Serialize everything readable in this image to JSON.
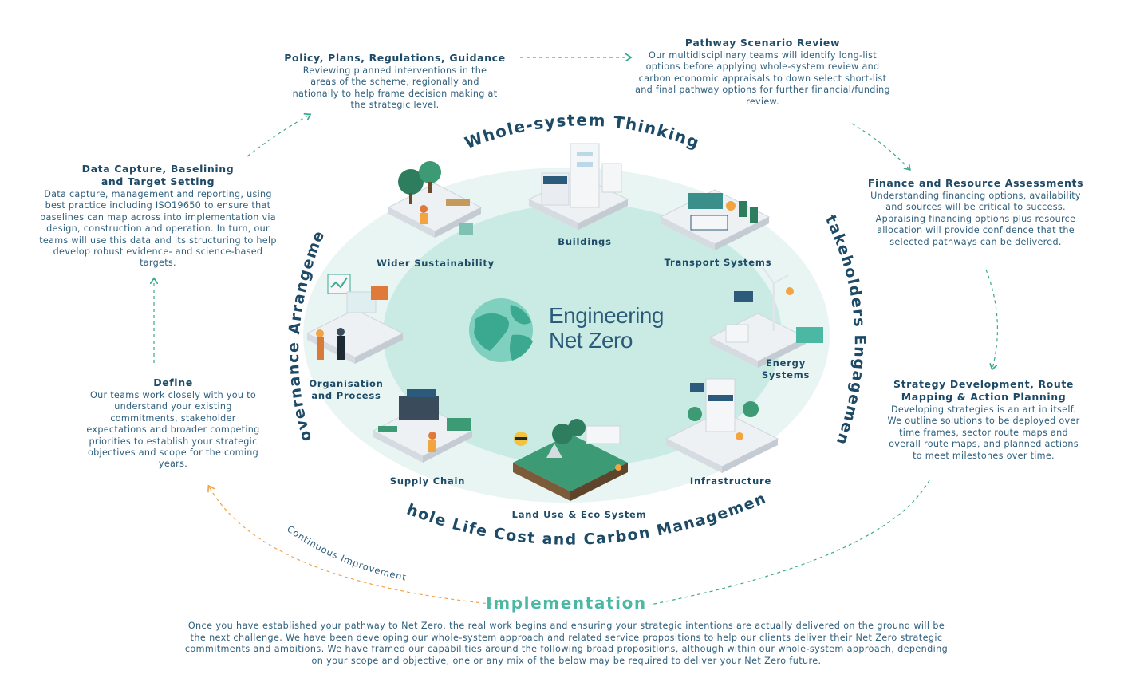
{
  "colors": {
    "navy": "#1d4a66",
    "teal": "#4bb8a4",
    "ellipse_outer": "#e6f4f2",
    "ellipse_inner": "#bfe5de",
    "arrow_teal": "#3aa98f",
    "arrow_orange": "#f0a24a"
  },
  "arc_titles": {
    "top": "Whole-system Thinking",
    "left": "Governance Arrangement",
    "right": "Stakeholders Engagement",
    "bottom": "Whole Life Cost and Carbon Management",
    "loop": "Continuous Improvement"
  },
  "logo": {
    "line1": "Engineering",
    "line2": "Net Zero"
  },
  "nodes": [
    {
      "label": "Wider Sustainability",
      "icon": "trees-bench-icon"
    },
    {
      "label": "Buildings",
      "icon": "building-icon"
    },
    {
      "label": "Transport Systems",
      "icon": "vehicles-icon"
    },
    {
      "label": "Energy Systems",
      "icon": "wind-turbine-icon"
    },
    {
      "label": "Infrastructure",
      "icon": "city-block-icon"
    },
    {
      "label": "Land Use & Eco System",
      "icon": "landscape-icon"
    },
    {
      "label": "Supply Chain",
      "icon": "factory-icon"
    },
    {
      "label": "Organisation and Process",
      "icon": "people-desk-icon"
    }
  ],
  "steps": {
    "policy": {
      "title": "Policy, Plans, Regulations, Guidance",
      "body": "Reviewing planned interventions in the areas of the scheme, regionally and nationally to help frame decision making at the strategic level."
    },
    "pathway": {
      "title": "Pathway Scenario Review",
      "body": "Our multidisciplinary teams will identify long-list options before applying whole-system review and carbon economic appraisals to down select short-list and final pathway options for further financial/funding review."
    },
    "finance": {
      "title": "Finance and Resource Assessments",
      "body": "Understanding financing options, availability and sources will be critical to success. Appraising financing options plus resource allocation will provide confidence that the selected pathways can be delivered."
    },
    "strategy": {
      "title": "Strategy Development, Route Mapping & Action Planning",
      "body": "Developing strategies is an art in itself. We outline solutions to be deployed over time frames, sector route maps and overall route maps, and planned actions to meet milestones over time."
    },
    "data": {
      "title": "Data Capture, Baselining and Target Setting",
      "body": "Data capture, management and reporting, using best practice including ISO19650 to ensure that baselines can map across into implementation via design, construction and operation. In turn, our teams will use this data and its structuring to help develop robust  evidence- and science-based targets."
    },
    "define": {
      "title": "Define",
      "body": "Our teams work closely with you to understand your existing commitments, stakeholder expectations and broader competing priorities to establish your strategic objectives and scope for the coming years."
    }
  },
  "implementation": {
    "title": "Implementation",
    "body": "Once you have established your pathway to Net Zero, the real work begins and ensuring your strategic intentions are actually delivered on the ground will be the next challenge. We have been developing our whole-system approach and related service propositions to help our clients deliver their Net Zero strategic commitments and ambitions. We have framed our capabilities around the following broad propositions, although within our whole-system approach, depending on your scope and objective, one or any mix of the below may be required to deliver your Net Zero future."
  }
}
